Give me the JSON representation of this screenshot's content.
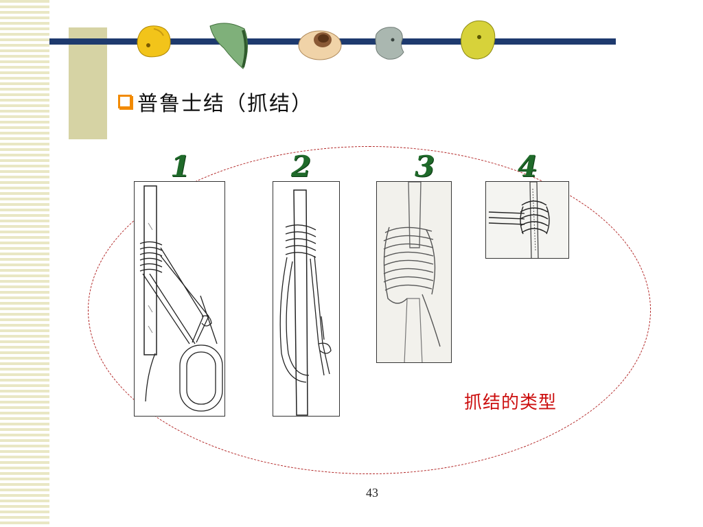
{
  "slide": {
    "title": "普鲁士结（抓结）",
    "caption": "抓结的类型",
    "page_number": "43",
    "steps": [
      "1",
      "2",
      "3",
      "4"
    ]
  },
  "colors": {
    "accent_orange": "#f28a00",
    "title_bar_navy": "#1e3a6e",
    "step_green": "#1f6a2a",
    "caption_red": "#cc1010",
    "ellipse_red": "#b02020",
    "stripe_cream": "#e9e7c4"
  },
  "decor": {
    "holds": [
      "yellow-hold-icon",
      "green-hold-icon",
      "beige-hold-icon",
      "gray-hold-icon",
      "yellow-green-hold-icon"
    ]
  }
}
